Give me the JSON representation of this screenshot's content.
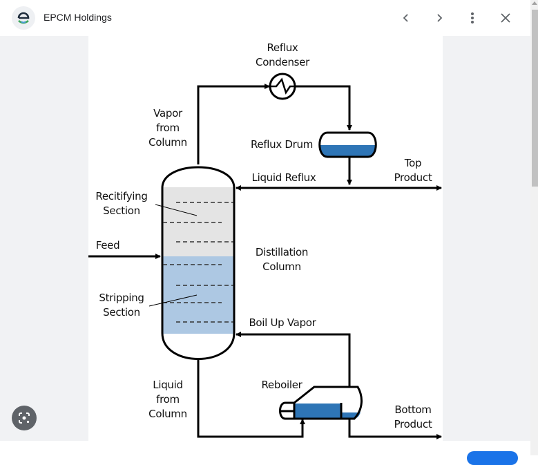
{
  "header": {
    "title": "EPCM Holdings",
    "logo_icon": "epcm-logo",
    "buttons": [
      {
        "name": "previous",
        "icon": "chevron-left-icon"
      },
      {
        "name": "next",
        "icon": "chevron-right-icon"
      },
      {
        "name": "more-options",
        "icon": "more-vert-icon"
      },
      {
        "name": "close",
        "icon": "close-icon"
      }
    ]
  },
  "diagram": {
    "labels": {
      "reflux_condenser": "Reflux\nCondenser",
      "vapor_from_column": "Vapor\nfrom\nColumn",
      "reflux_drum": "Reflux Drum",
      "top_product": "Top\nProduct",
      "liquid_reflux": "Liquid Reflux",
      "rectifying_section": "Recitifying\nSection",
      "feed": "Feed",
      "distillation_column": "Distillation\nColumn",
      "stripping_section": "Stripping\nSection",
      "boil_up_vapor": "Boil Up Vapor",
      "liquid_from_column": "Liquid\nfrom\nColumn",
      "reboiler": "Reboiler",
      "bottom_product": "Bottom\nProduct"
    },
    "colors": {
      "rectifying_fill": "#e4e4e4",
      "stripping_fill": "#adc8e3",
      "liquid_fill": "#2e75b6",
      "line": "#000000"
    }
  },
  "overlay": {
    "lens_icon": "google-lens-icon"
  }
}
